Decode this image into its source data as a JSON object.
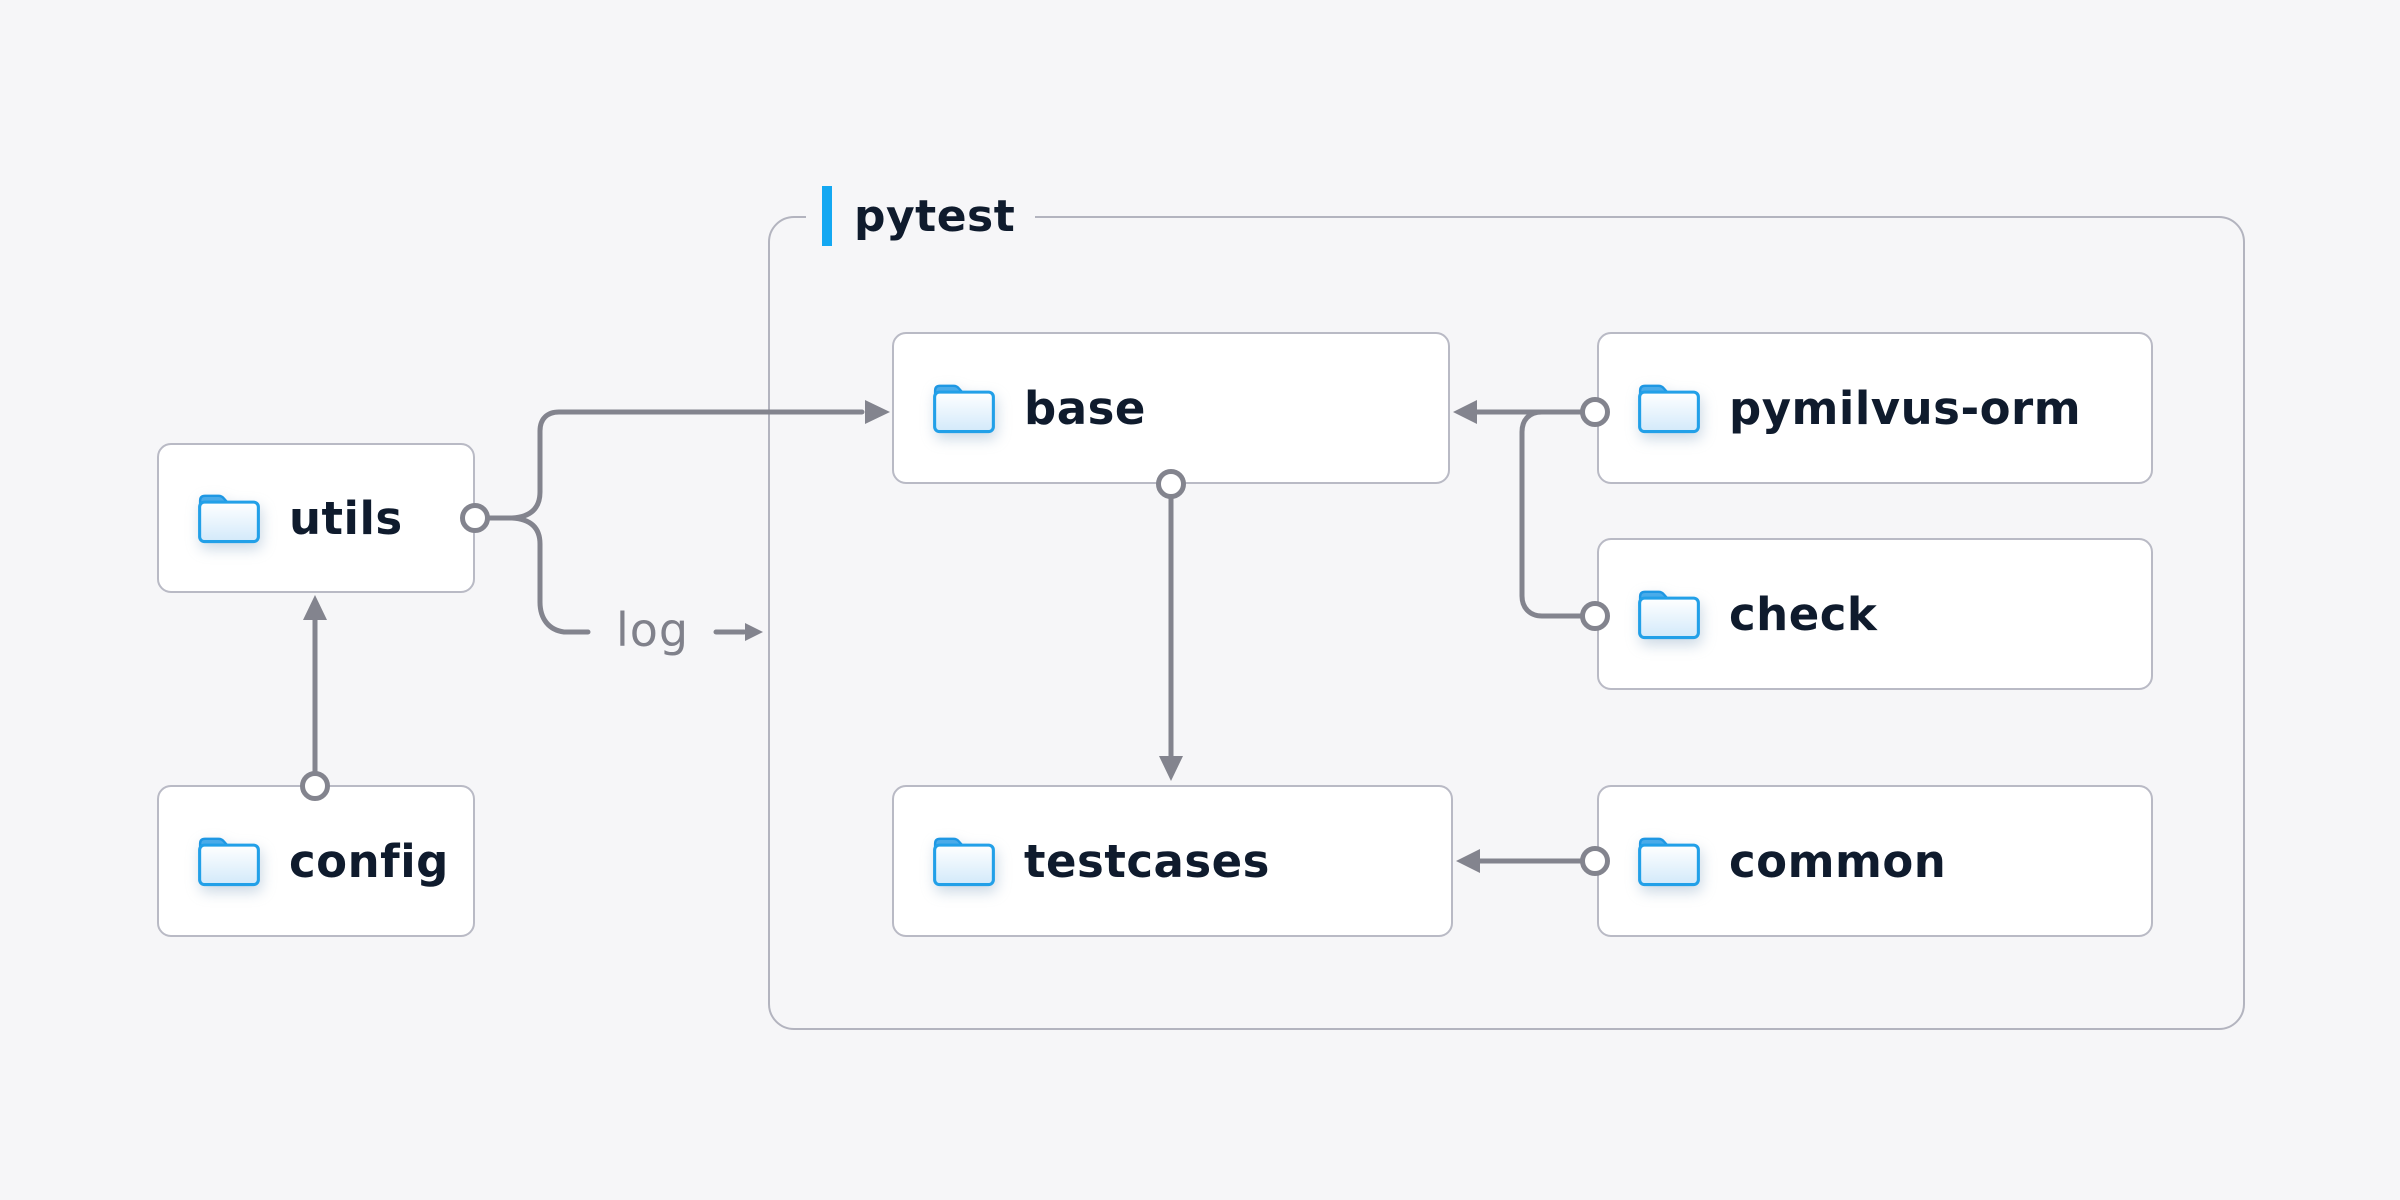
{
  "group": {
    "label": "pytest"
  },
  "nodes": {
    "utils": {
      "label": "utils"
    },
    "config": {
      "label": "config"
    },
    "base": {
      "label": "base"
    },
    "testcases": {
      "label": "testcases"
    },
    "pymilvus_orm": {
      "label": "pymilvus-orm"
    },
    "check": {
      "label": "check"
    },
    "common": {
      "label": "common"
    }
  },
  "edge_label": {
    "text": "log"
  },
  "edges": [
    {
      "from": "config",
      "to": "utils"
    },
    {
      "from": "utils",
      "to": "base"
    },
    {
      "from": "utils",
      "to": "log"
    },
    {
      "from": "base",
      "to": "testcases"
    },
    {
      "from": "pymilvus-orm",
      "to": "base"
    },
    {
      "from": "check",
      "to": "base"
    },
    {
      "from": "common",
      "to": "testcases"
    }
  ],
  "colors": {
    "background": "#f6f6f8",
    "accent_blue": "#14a8f2",
    "connector_gray": "#83848e",
    "node_border": "#b9bac5",
    "container_border": "#b3b4bf",
    "label_text": "#0f1b2d",
    "muted_text": "#80818b",
    "folder_blue": "#22a0e8"
  }
}
